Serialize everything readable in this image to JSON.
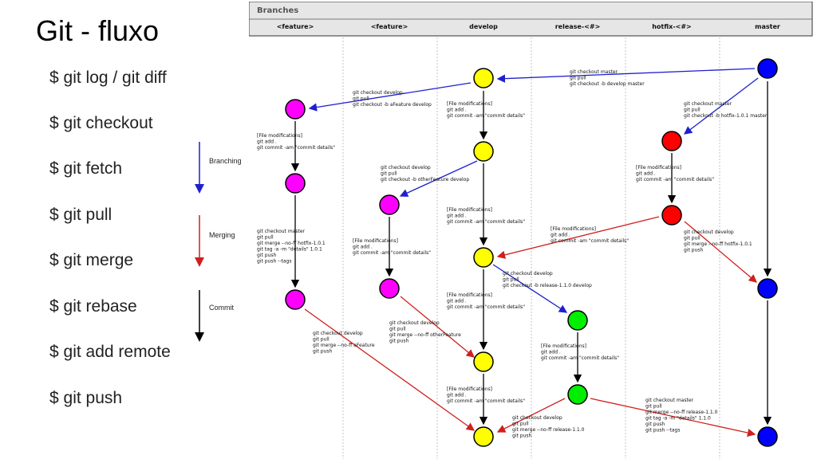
{
  "slide": {
    "title": "Git - fluxo",
    "commands": [
      "$ git log / git diff",
      "$ git checkout",
      "$ git fetch",
      "$ git pull",
      "$ git merge",
      "$ git rebase",
      "$ git add remote",
      "$ git push"
    ]
  },
  "legend": [
    {
      "label": "Branching",
      "color": "#1f1fd0"
    },
    {
      "label": "Merging",
      "color": "#d01f1f"
    },
    {
      "label": "Commit",
      "color": "#000000"
    }
  ],
  "diagram": {
    "header_title": "Branches",
    "lanes": [
      "<feature>",
      "<feature>",
      "develop",
      "release-<#>",
      "hotfix-<#>",
      "master"
    ],
    "node_colors": {
      "feature": "#ff00ff",
      "develop": "#ffff00",
      "release": "#00ee00",
      "hotfix": "#ff0000",
      "master": "#0000ff"
    },
    "annotations": [
      {
        "id": "a1",
        "lines": [
          "git checkout master",
          "git pull",
          "git checkout -b develop master"
        ]
      },
      {
        "id": "a2",
        "lines": [
          "git checkout develop",
          "git pull",
          "git checkout -b aFeature develop"
        ]
      },
      {
        "id": "a3",
        "lines": [
          "[File modifications]",
          "git add .",
          "git commit -am \"commit details\""
        ]
      },
      {
        "id": "a4",
        "lines": [
          "git checkout master",
          "git pull",
          "git checkout -b hotfix-1.0.1 master"
        ]
      },
      {
        "id": "a5",
        "lines": [
          "[File modifications]",
          "git add .",
          "git commit -am \"commit details\""
        ]
      },
      {
        "id": "a6",
        "lines": [
          "git checkout develop",
          "git pull",
          "git checkout -b otherFeature develop"
        ]
      },
      {
        "id": "a7",
        "lines": [
          "[File modifications]",
          "git add .",
          "git commit -am \"commit details\""
        ]
      },
      {
        "id": "a8",
        "lines": [
          "[File modifications]",
          "git add .",
          "git commit -am \"commit details\""
        ]
      },
      {
        "id": "a9",
        "lines": [
          "[File modifications]",
          "git add .",
          "git commit -am \"commit details\""
        ]
      },
      {
        "id": "a10",
        "lines": [
          "git checkout develop",
          "git pull",
          "git merge --no-ff hotfix-1.0.1",
          "git push"
        ]
      },
      {
        "id": "a11",
        "lines": [
          "git checkout master",
          "git pull",
          "git merge --no-ff hotfix-1.0.1",
          "git tag -a -m \"details\" 1.0.1",
          "git push",
          "git push --tags"
        ]
      },
      {
        "id": "a12",
        "lines": [
          "[File modifications]",
          "git add .",
          "git commit -am \"commit details\""
        ]
      },
      {
        "id": "a13",
        "lines": [
          "git checkout develop",
          "git pull",
          "git checkout -b release-1.1.0 develop"
        ]
      },
      {
        "id": "a14",
        "lines": [
          "[File modifications]",
          "git add .",
          "git commit -am \"commit details\""
        ]
      },
      {
        "id": "a15",
        "lines": [
          "git checkout develop",
          "git pull",
          "git merge --no-ff aFeature",
          "git push"
        ]
      },
      {
        "id": "a16",
        "lines": [
          "git checkout develop",
          "git pull",
          "git merge --no-ff otherFeature",
          "git push"
        ]
      },
      {
        "id": "a17",
        "lines": [
          "[File modifications]",
          "git add .",
          "git commit -am \"commit details\""
        ]
      },
      {
        "id": "a18",
        "lines": [
          "[File modifications]",
          "git add .",
          "git commit -am \"commit details\""
        ]
      },
      {
        "id": "a19",
        "lines": [
          "git checkout develop",
          "git pull",
          "git merge --no-ff release-1.1.0",
          "git push"
        ]
      },
      {
        "id": "a20",
        "lines": [
          "git checkout master",
          "git pull",
          "git merge --no-ff release-1.1.0",
          "git tag -a -m \"details\" 1.1.0",
          "git push",
          "git push --tags"
        ]
      }
    ]
  }
}
